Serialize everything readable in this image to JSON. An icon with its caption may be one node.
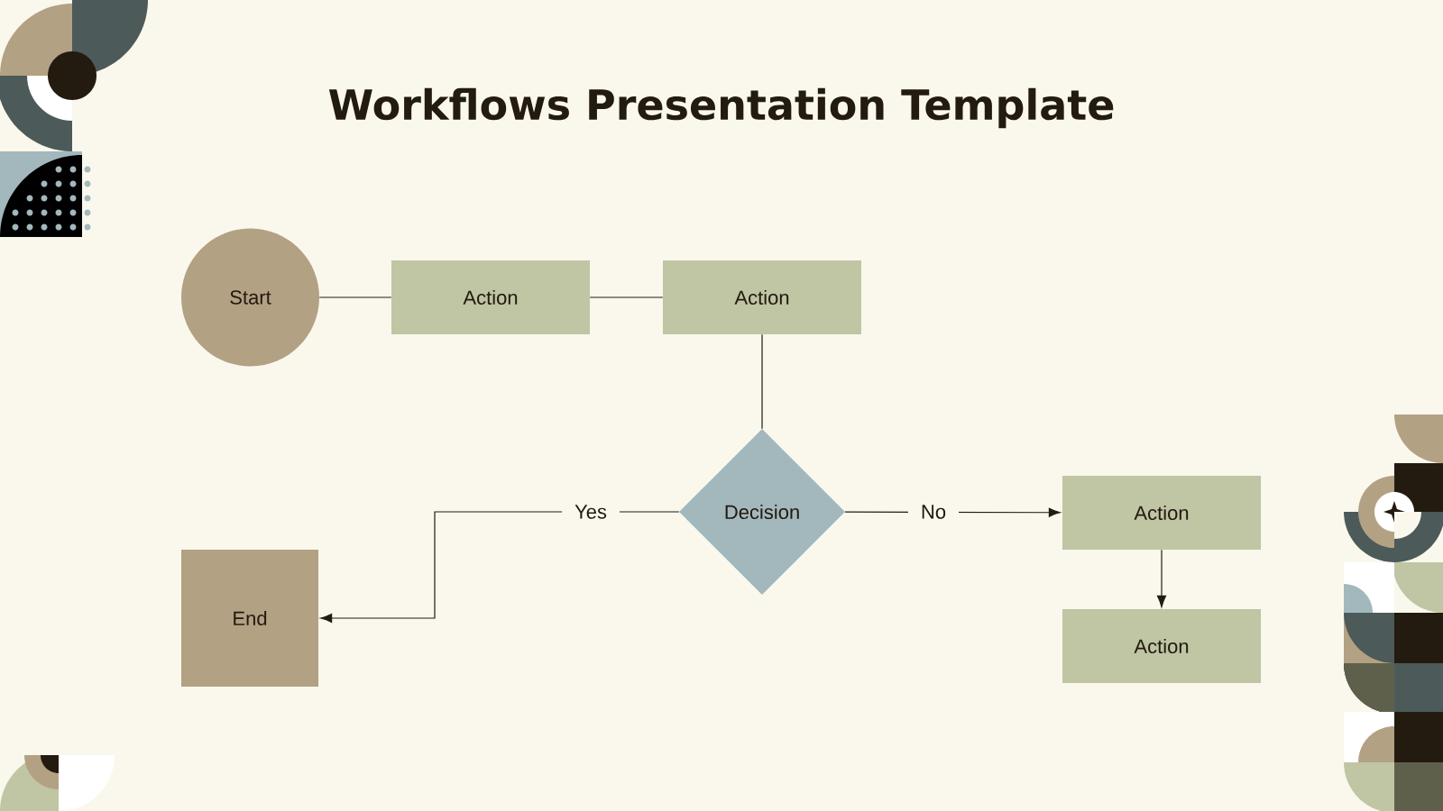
{
  "diagram": {
    "title": "Workflows Presentation Template",
    "nodes": [
      {
        "text": [
          "Start"
        ]
      },
      {
        "text": [
          "Action"
        ]
      },
      {
        "text": [
          "Action"
        ]
      },
      {
        "text": [
          "Decision"
        ]
      },
      {
        "text": [
          "Action"
        ]
      },
      {
        "text": [
          "Action"
        ]
      },
      {
        "text": [
          "End"
        ]
      }
    ],
    "edges": [
      {
        "from": 0,
        "to": 1,
        "arrow": "none"
      },
      {
        "from": 1,
        "to": 2,
        "arrow": "none"
      },
      {
        "from": 2,
        "to": 3,
        "arrow": "none"
      },
      {
        "from": 3,
        "to": 4,
        "arrow": "to",
        "label": "No"
      },
      {
        "from": 4,
        "to": 5,
        "arrow": "to"
      },
      {
        "from": 3,
        "to": 6,
        "arrow": "to",
        "label": "Yes"
      }
    ]
  }
}
